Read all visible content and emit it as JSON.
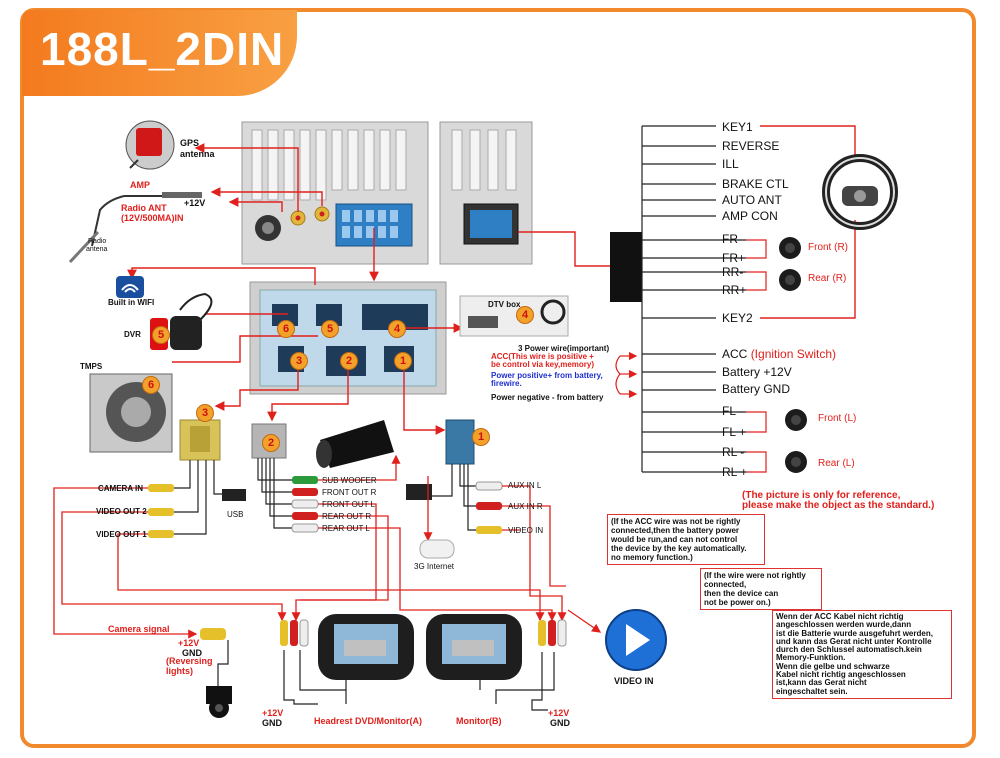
{
  "title": "188L_2DIN",
  "gps": {
    "label": "GPS\nantenna",
    "l1": "GPS",
    "l2": "antenna"
  },
  "amp": {
    "label": "AMP",
    "plus12v": "+12V",
    "radio_ant": "Radio ANT",
    "spec": "(12V/500MA)IN",
    "radio_antena1": "Radio",
    "radio_antena2": "antena"
  },
  "wifi": {
    "label": "Built in WIFI"
  },
  "dvr": {
    "label": "DVR",
    "badge": "5"
  },
  "tmps": {
    "label": "TMPS",
    "badge": "6"
  },
  "dtv": {
    "label": "DTV box",
    "badge": "4"
  },
  "connector_badges": [
    "6",
    "5",
    "4",
    "3",
    "2",
    "1"
  ],
  "harness": {
    "top": [
      "KEY1",
      "REVERSE",
      "ILL",
      "BRAKE CTL",
      "AUTO ANT",
      "AMP CON"
    ],
    "speakers_rear_front": [
      "FR-",
      "FR+",
      "RR-",
      "RR+"
    ],
    "key2": "KEY2",
    "power": [
      "ACC",
      "(Ignition Switch)",
      "Battery +12V",
      "Battery GND"
    ],
    "front_left": [
      "FL -",
      "FL +",
      "RL -",
      "RL +"
    ],
    "front_r": "Front (R)",
    "rear_r": "Rear (R)",
    "front_l": "Front (L)",
    "rear_l": "Rear (L)"
  },
  "power_notes": {
    "title": "3 Power wire(important)",
    "acc1": "ACC(This wire is positive +",
    "acc2": "be control via key,memory)",
    "pos1": "Power positive+ from battery,",
    "pos2": "firewire.",
    "neg": "Power negative - from battery"
  },
  "reference_note1": "(The picture is only for reference,",
  "reference_note2": "please make the object as the standard.)",
  "note_acc": [
    "(If the ACC wire was not be rightly",
    "connected,then the battery power",
    "would be run,and can not control",
    "the device by the key automatically.",
    "no memory function.)"
  ],
  "note_wire": [
    "(If the wire were not rightly",
    "connected,",
    "then the device can",
    "not be power on.)"
  ],
  "note_de": [
    "Wenn der ACC Kabel nicht richtig",
    "angeschlossen werden wurde,dann",
    "ist die Batterie wurde ausgefuhrt werden,",
    "und kann das Gerat nicht unter Kontrolle",
    "durch den Schlussel automatisch.kein",
    "Memory-Funktion.",
    "Wenn die gelbe und schwarze",
    "Kabel nicht richtig angeschlossen",
    "ist,kann das Gerat nicht",
    "eingeschaltet sein."
  ],
  "module3": {
    "badge": "3",
    "camera_in": "CAMERA IN",
    "video_out2": "VIDEO OUT 2",
    "video_out1": "VIDEO OUT 1",
    "usb": "USB"
  },
  "module2": {
    "badge": "2",
    "outs": [
      "SUB WOOFER",
      "FRONT OUT R",
      "FRONT OUT L",
      "REAR OUT R",
      "REAR OUT L"
    ]
  },
  "module1": {
    "badge": "1",
    "ins": [
      "AUX IN L",
      "AUX IN R",
      "VIDEO IN"
    ]
  },
  "internet": "3G Internet",
  "camera": {
    "signal": "Camera signal",
    "plus12v": "+12V",
    "gnd": "GND",
    "rev1": "(Reversing",
    "rev2": "lights)"
  },
  "monitors": {
    "a_label": "Headrest DVD/Monitor(A)",
    "b_label": "Monitor(B)",
    "a_12v": "+12V",
    "a_gnd": "GND",
    "b_12v": "+12V",
    "b_gnd": "GND"
  },
  "video_in": "VIDEO IN",
  "colors": {
    "accent": "#f08a2c",
    "wire_red": "#e0201c",
    "connector_blue": "#2f7fc4"
  }
}
